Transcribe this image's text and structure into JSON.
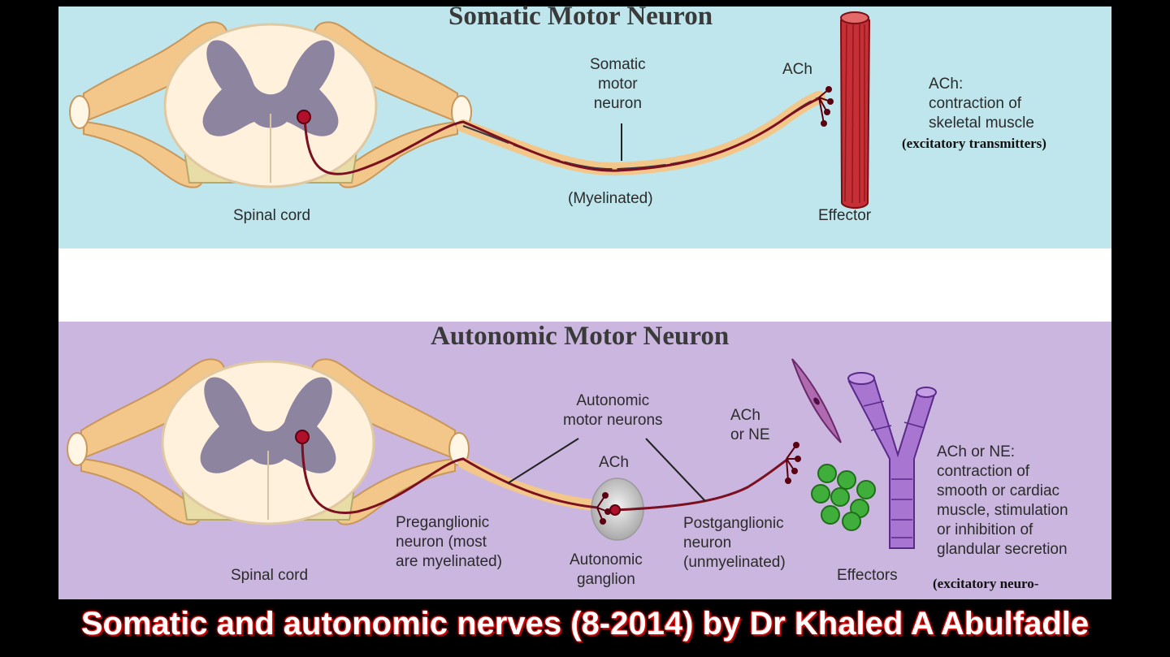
{
  "somatic": {
    "title": "Somatic Motor Neuron",
    "spinal_cord_label": "Spinal cord",
    "neuron_label": "Somatic\nmotor\nneuron",
    "myelinated_label": "(Myelinated)",
    "ach_label": "ACh",
    "effector_label": "Effector",
    "effect_text": "ACh:\ncontraction of\nskeletal muscle",
    "transmitter_note": "(excitatory transmitters)"
  },
  "autonomic": {
    "title": "Autonomic Motor Neuron",
    "spinal_cord_label": "Spinal cord",
    "neurons_label": "Autonomic\nmotor neurons",
    "ganglion_ach_label": "ACh",
    "ach_ne_label": "ACh\nor NE",
    "preganglionic_label": "Preganglionic\nneuron (most\nare myelinated)",
    "ganglion_label": "Autonomic\nganglion",
    "postganglionic_label": "Postganglionic\nneuron\n(unmyelinated)",
    "effectors_label": "Effectors",
    "effect_text": "ACh or NE:\ncontraction of\nsmooth or cardiac\nmuscle, stimulation\nor inhibition of\nglandular secretion",
    "transmitter_note": "(excitatory neuro-"
  },
  "caption": "Somatic and autonomic nerves (8-2014) by Dr Khaled A Abulfadle",
  "colors": {
    "somatic_bg": "#bfe6ec",
    "autonomic_bg": "#cbb6df",
    "nerve_tan": "#f3c68a",
    "gray_matter": "#8d84a0",
    "axon": "#7a1020",
    "muscle_red": "#c62f35",
    "vessel_purple": "#a875d0",
    "gland_green": "#3fae3a",
    "caption_red": "#e00000"
  }
}
